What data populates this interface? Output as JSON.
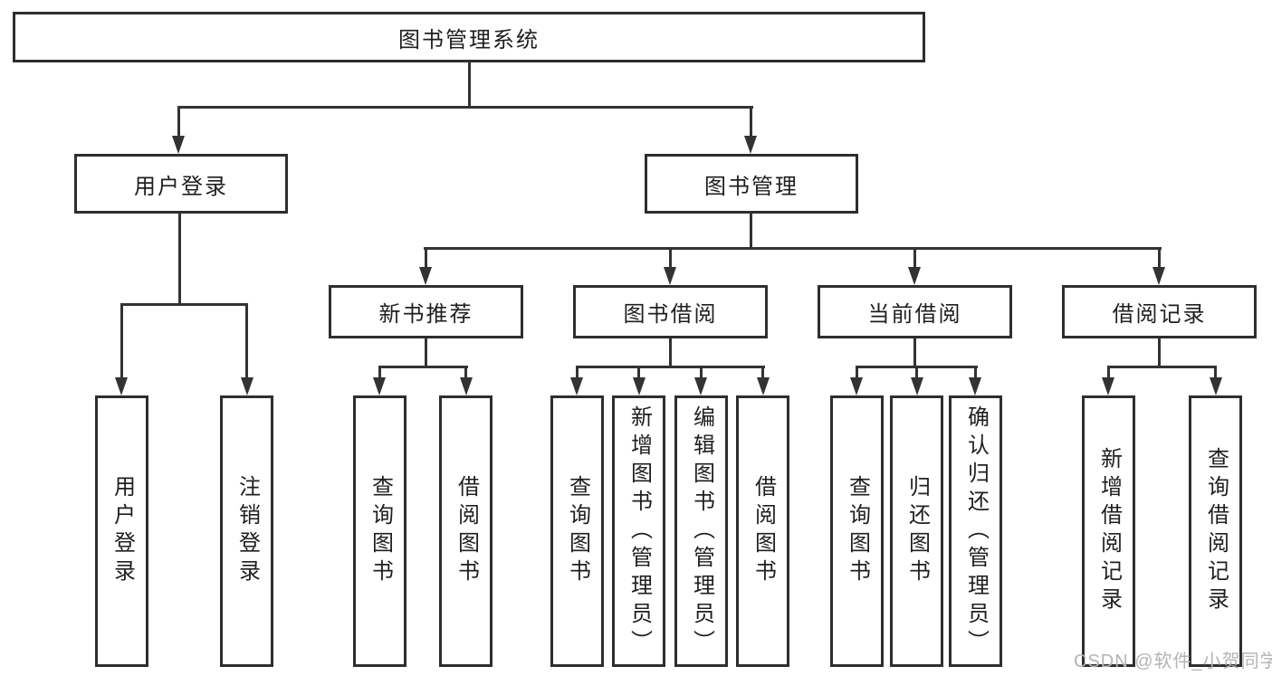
{
  "diagram": {
    "root": "图书管理系统",
    "branches": {
      "user_login": "用户登录",
      "book_management": "图书管理"
    },
    "modules": {
      "new_book_recommend": "新书推荐",
      "book_borrowing": "图书借阅",
      "current_borrowing": "当前借阅",
      "borrowing_records": "借阅记录"
    },
    "functions": {
      "user_login": "用户登录",
      "logout": "注销登录",
      "query_books_1": "查询图书",
      "borrow_books_1": "借阅图书",
      "query_books_2": "查询图书",
      "add_books_admin": "新增图书（管理员）",
      "edit_books_admin": "编辑图书（管理员）",
      "borrow_books_2": "借阅图书",
      "query_books_3": "查询图书",
      "return_books": "归还图书",
      "confirm_return_admin": "确认归还（管理员）",
      "add_borrow_record": "新增借阅记录",
      "query_borrow_record": "查询借阅记录"
    }
  },
  "watermark": "CSDN @软件_小贺同学",
  "colors": {
    "line": "#333333",
    "border": "#2e2e2e",
    "text": "#1f1f1f",
    "watermark": "#b4b4b4",
    "background": "#ffffff"
  }
}
